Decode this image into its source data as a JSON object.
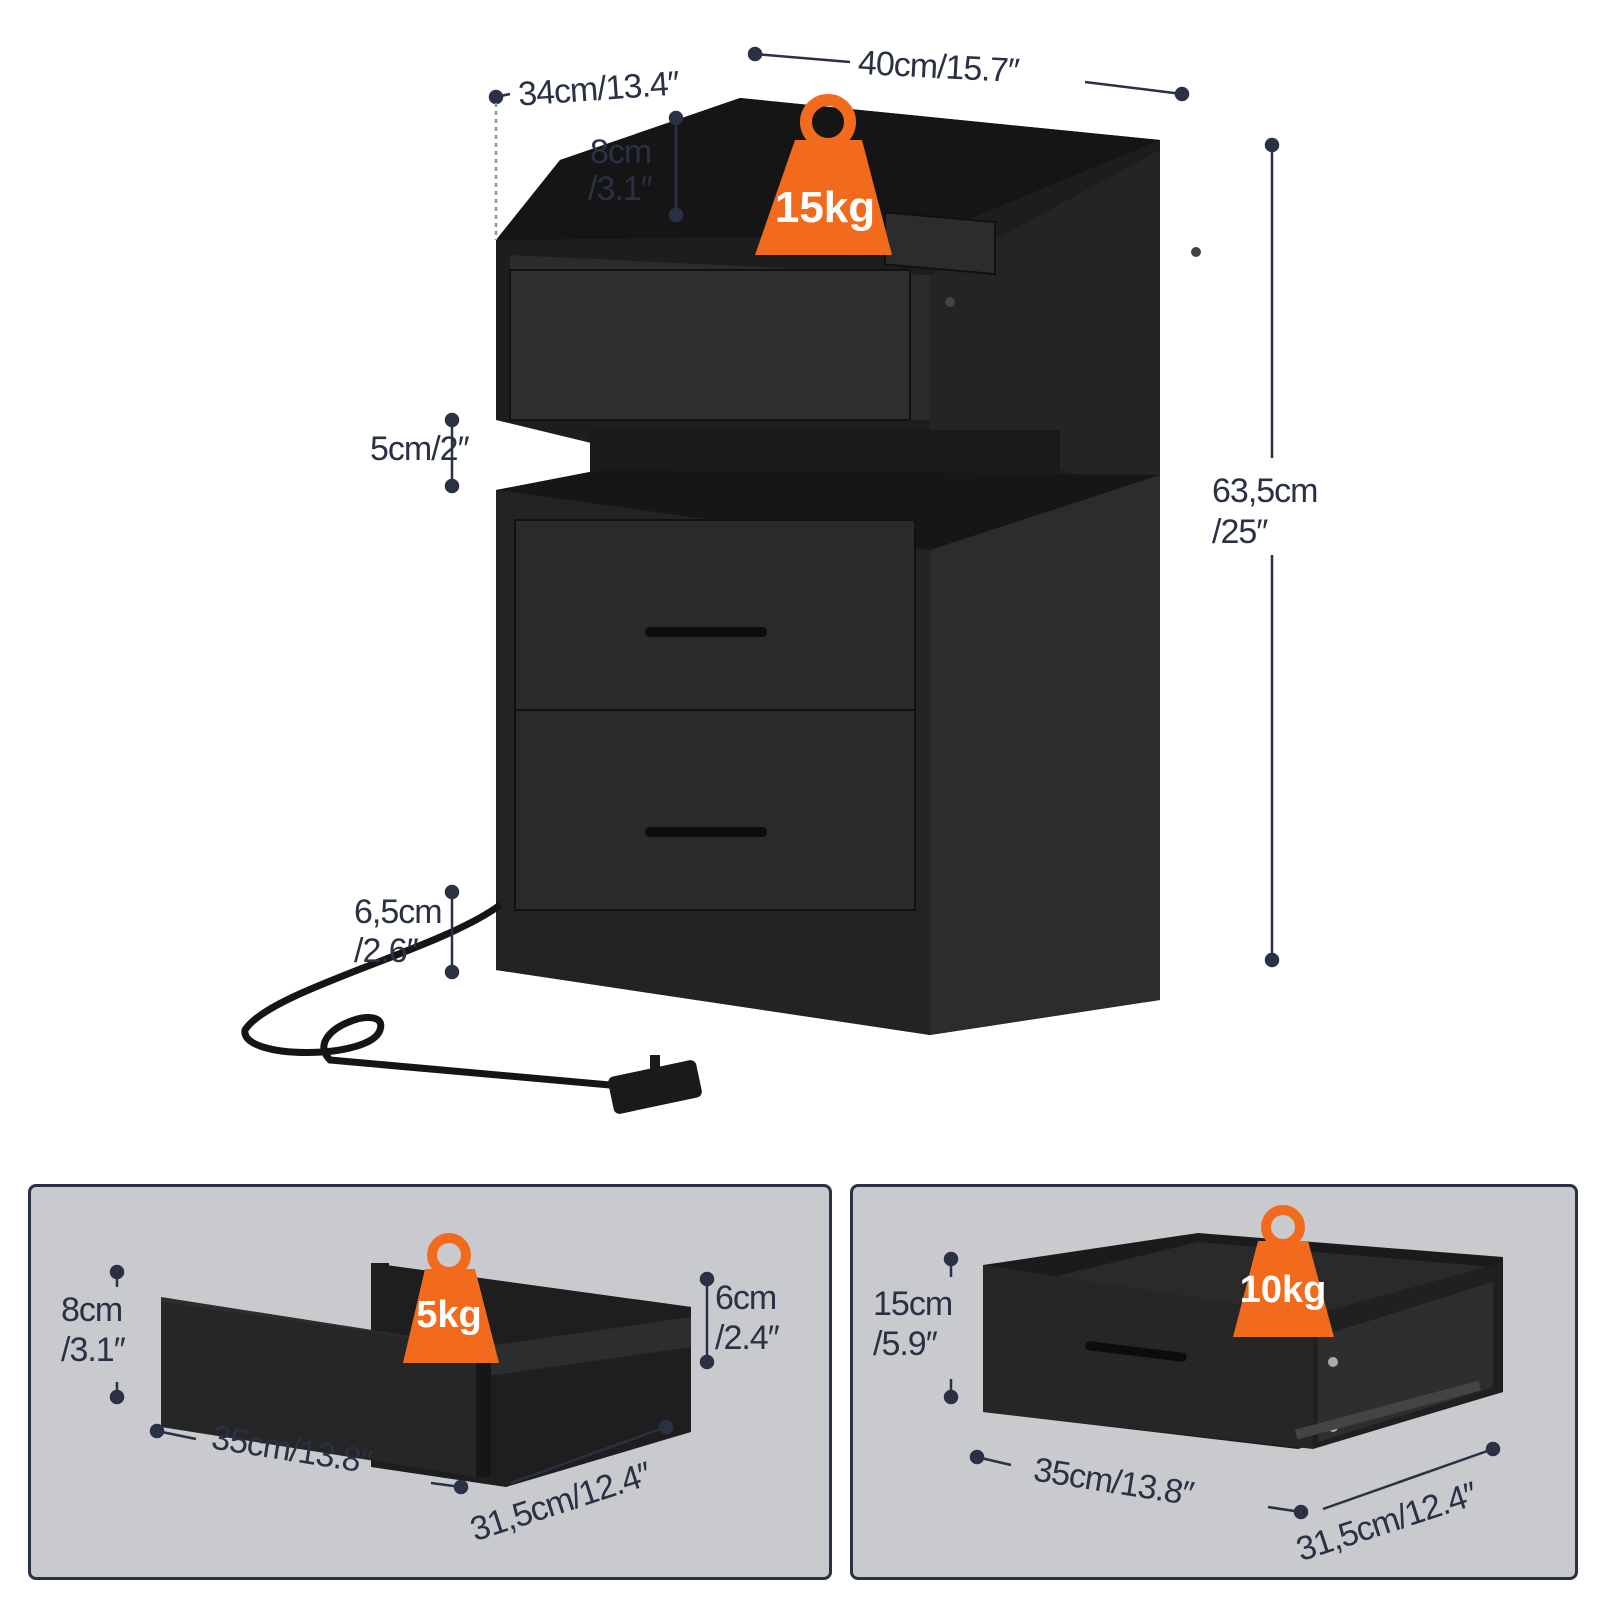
{
  "colors": {
    "furniture": "#1f1f20",
    "furniture_face": "#2a2a2b",
    "dim_line": "#2a3145",
    "weight_badge": "#f26b1d",
    "panel_bg": "#c8cace"
  },
  "main": {
    "depth_label": "34cm/13.4″",
    "width_label": "40cm/15.7″",
    "rail_label_1": "8cm",
    "rail_label_2": "/3.1″",
    "top_load": "15kg",
    "gap_label": "5cm/2″",
    "height_label_1": "63,5cm",
    "height_label_2": "/25″",
    "base_label_1": "6,5cm",
    "base_label_2": "/2.6″"
  },
  "left_panel": {
    "load": "5kg",
    "front_h_1": "8cm",
    "front_h_2": "/3.1″",
    "side_h_1": "6cm",
    "side_h_2": "/2.4″",
    "width": "35cm/13.8″",
    "depth": "31,5cm/12.4″"
  },
  "right_panel": {
    "load": "10kg",
    "height_1": "15cm",
    "height_2": "/5.9″",
    "width": "35cm/13.8″",
    "depth": "31,5cm/12.4″"
  }
}
